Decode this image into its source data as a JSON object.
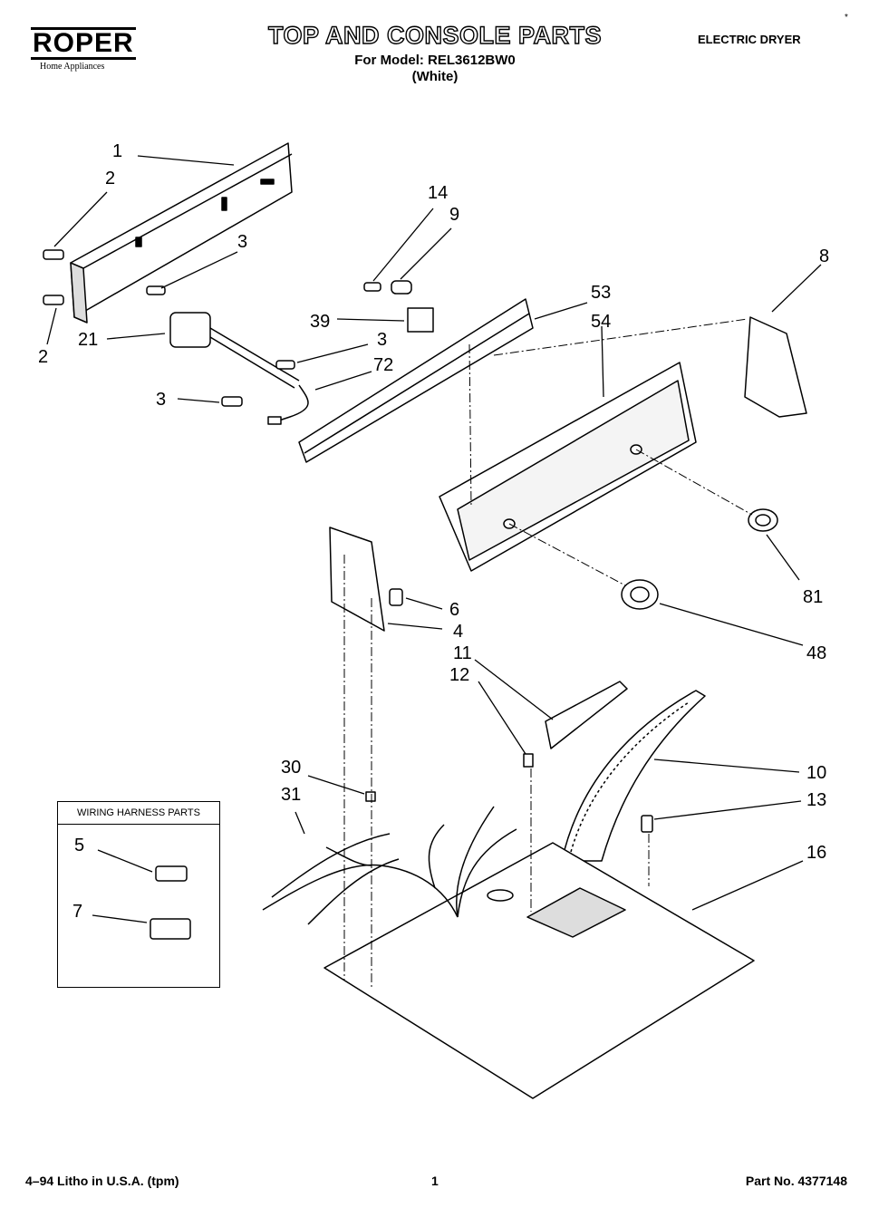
{
  "header": {
    "brand": "ROPER",
    "brand_tagline": "Home Appliances",
    "title": "TOP AND CONSOLE PARTS",
    "model_line": "For Model: REL3612BW0",
    "color_line": "(White)",
    "product_type": "ELECTRIC DRYER",
    "corner_mark": "*"
  },
  "callouts": [
    "1",
    "2",
    "3",
    "2",
    "21",
    "14",
    "9",
    "39",
    "3",
    "72",
    "3",
    "53",
    "54",
    "8",
    "81",
    "48",
    "6",
    "4",
    "11",
    "12",
    "10",
    "13",
    "16",
    "30",
    "31"
  ],
  "wiring_harness": {
    "title": "WIRING HARNESS PARTS",
    "parts": [
      "5",
      "7"
    ]
  },
  "footer": {
    "litho": "4–94 Litho in U.S.A. (tpm)",
    "page_number": "1",
    "part_number": "Part No. 4377148"
  }
}
